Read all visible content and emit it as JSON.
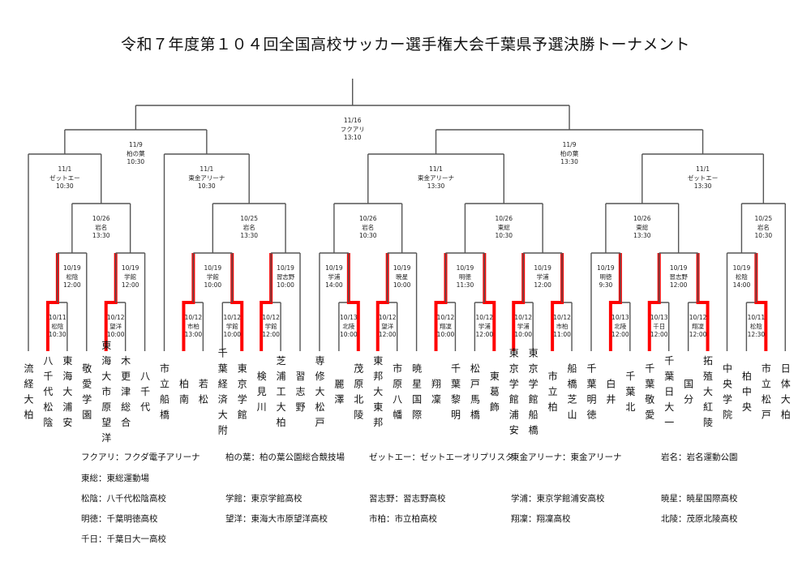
{
  "title": "令和７年度第１０４回全国高校サッカー選手権大会千葉県予選決勝トーナメント",
  "colors": {
    "line": "#555555",
    "winner": "#ff0000"
  },
  "teams": [
    "流経大柏",
    "八千代松陰",
    "東海大浦安",
    "敬愛学園",
    "東海大市原望洋",
    "木更津総合",
    "八千代",
    "市立船橋",
    "柏南",
    "若松",
    "千葉経済大附",
    "東京学館",
    "検見川",
    "芝浦工大柏",
    "習志野",
    "専修大松戸",
    "麗澤",
    "茂原北陵",
    "東邦大東邦",
    "市原八幡",
    "暁星国際",
    "翔凜",
    "千葉黎明",
    "松戸馬橋",
    "東葛飾",
    "東京学館浦安",
    "東京学館船橋",
    "市立柏",
    "船橋芝山",
    "千葉明徳",
    "白井",
    "千葉北",
    "千葉敬愛",
    "千葉日大一",
    "国分",
    "拓殖大紅陵",
    "中央学院",
    "柏中央",
    "市立松戸",
    "日体大柏"
  ],
  "bracket": {
    "round": "final",
    "date": "11/16",
    "venue": "フクアリ",
    "time": "13:10",
    "children": [
      {
        "round": "sf",
        "date": "11/9",
        "venue": "柏の葉",
        "time": "10:30",
        "children": [
          {
            "round": "qf",
            "date": "11/1",
            "venue": "ゼットエー",
            "time": "10:30",
            "children": [
              {
                "team": 0
              },
              {
                "round": "r16",
                "date": "10/26",
                "venue": "岩名",
                "time": "13:30",
                "children": [
                  {
                    "round": "r2",
                    "date": "10/19",
                    "venue": "松陰",
                    "time": "12:00",
                    "children": [
                      {
                        "round": "r1",
                        "date": "10/11",
                        "venue": "松陰",
                        "time": "10:30",
                        "winner": 0,
                        "children": [
                          {
                            "team": 1
                          },
                          {
                            "team": 2
                          }
                        ]
                      },
                      {
                        "team": 3
                      }
                    ]
                  },
                  {
                    "round": "r2",
                    "date": "10/19",
                    "venue": "学館",
                    "time": "12:00",
                    "children": [
                      {
                        "round": "r1",
                        "date": "10/12",
                        "venue": "望洋",
                        "time": "10:00",
                        "winner": 0,
                        "children": [
                          {
                            "team": 4
                          },
                          {
                            "team": 5
                          }
                        ]
                      },
                      {
                        "team": 6
                      }
                    ]
                  }
                ]
              }
            ]
          },
          {
            "round": "qf",
            "date": "11/1",
            "venue": "東金アリーナ",
            "time": "10:30",
            "children": [
              {
                "team": 7
              },
              {
                "round": "r16",
                "date": "10/25",
                "venue": "岩名",
                "time": "13:30",
                "children": [
                  {
                    "round": "r2",
                    "date": "10/19",
                    "venue": "学館",
                    "time": "10:00",
                    "children": [
                      {
                        "round": "r1",
                        "date": "10/12",
                        "venue": "市柏",
                        "time": "13:00",
                        "winner": 0,
                        "children": [
                          {
                            "team": 8
                          },
                          {
                            "team": 9
                          }
                        ]
                      },
                      {
                        "round": "r1",
                        "date": "10/12",
                        "venue": "学館",
                        "time": "10:00",
                        "winner": 1,
                        "children": [
                          {
                            "team": 10
                          },
                          {
                            "team": 11
                          }
                        ]
                      }
                    ]
                  },
                  {
                    "round": "r2",
                    "date": "10/19",
                    "venue": "習志野",
                    "time": "10:00",
                    "children": [
                      {
                        "round": "r1",
                        "date": "10/12",
                        "venue": "学館",
                        "time": "12:00",
                        "winner": 0,
                        "children": [
                          {
                            "team": 12
                          },
                          {
                            "team": 13
                          }
                        ]
                      },
                      {
                        "team": 14
                      }
                    ]
                  }
                ]
              }
            ]
          }
        ]
      },
      {
        "round": "sf",
        "date": "11/9",
        "venue": "柏の葉",
        "time": "13:30",
        "children": [
          {
            "round": "qf",
            "date": "11/1",
            "venue": "東金アリーナ",
            "time": "13:30",
            "children": [
              {
                "round": "r16",
                "date": "10/26",
                "venue": "岩名",
                "time": "10:30",
                "children": [
                  {
                    "round": "r2",
                    "date": "10/19",
                    "venue": "学浦",
                    "time": "14:00",
                    "children": [
                      {
                        "team": 15
                      },
                      {
                        "round": "r1",
                        "date": "10/13",
                        "venue": "北陵",
                        "time": "10:00",
                        "winner": 1,
                        "children": [
                          {
                            "team": 16
                          },
                          {
                            "team": 17
                          }
                        ]
                      }
                    ]
                  },
                  {
                    "round": "r2",
                    "date": "10/19",
                    "venue": "暁星",
                    "time": "10:00",
                    "children": [
                      {
                        "round": "r1",
                        "date": "10/12",
                        "venue": "望洋",
                        "time": "12:00",
                        "winner": 0,
                        "children": [
                          {
                            "team": 18
                          },
                          {
                            "team": 19
                          }
                        ]
                      },
                      {
                        "team": 20
                      }
                    ]
                  }
                ]
              },
              {
                "round": "r16",
                "date": "10/26",
                "venue": "東総",
                "time": "10:30",
                "children": [
                  {
                    "round": "r2",
                    "date": "10/19",
                    "venue": "明徳",
                    "time": "11:30",
                    "children": [
                      {
                        "round": "r1",
                        "date": "10/12",
                        "venue": "翔凜",
                        "time": "10:00",
                        "winner": 0,
                        "children": [
                          {
                            "team": 21
                          },
                          {
                            "team": 22
                          }
                        ]
                      },
                      {
                        "round": "r1",
                        "date": "10/12",
                        "venue": "学浦",
                        "time": "12:00",
                        "winner": 1,
                        "children": [
                          {
                            "team": 23
                          },
                          {
                            "team": 24
                          }
                        ]
                      }
                    ]
                  },
                  {
                    "round": "r2",
                    "date": "10/19",
                    "venue": "学浦",
                    "time": "12:00",
                    "children": [
                      {
                        "round": "r1",
                        "date": "10/12",
                        "venue": "学浦",
                        "time": "10:00",
                        "winner": 0,
                        "children": [
                          {
                            "team": 25
                          },
                          {
                            "team": 26
                          }
                        ]
                      },
                      {
                        "round": "r1",
                        "date": "10/12",
                        "venue": "市柏",
                        "time": "11:00",
                        "winner": 0,
                        "children": [
                          {
                            "team": 27
                          },
                          {
                            "team": 28
                          }
                        ]
                      }
                    ]
                  }
                ]
              }
            ]
          },
          {
            "round": "qf",
            "date": "11/1",
            "venue": "ゼットエー",
            "time": "13:30",
            "children": [
              {
                "round": "r16",
                "date": "10/26",
                "venue": "東総",
                "time": "13:30",
                "children": [
                  {
                    "round": "r2",
                    "date": "10/19",
                    "venue": "明徳",
                    "time": "9:30",
                    "children": [
                      {
                        "team": 29
                      },
                      {
                        "round": "r1",
                        "date": "10/13",
                        "venue": "北陵",
                        "time": "12:00",
                        "winner": 0,
                        "children": [
                          {
                            "team": 30
                          },
                          {
                            "team": 31
                          }
                        ]
                      }
                    ]
                  },
                  {
                    "round": "r2",
                    "date": "10/19",
                    "venue": "習志野",
                    "time": "12:00",
                    "children": [
                      {
                        "round": "r1",
                        "date": "10/13",
                        "venue": "千日",
                        "time": "12:00",
                        "winner": 0,
                        "children": [
                          {
                            "team": 32
                          },
                          {
                            "team": 33
                          }
                        ]
                      },
                      {
                        "round": "r1",
                        "date": "10/12",
                        "venue": "翔凜",
                        "time": "12:00",
                        "winner": 1,
                        "children": [
                          {
                            "team": 34
                          },
                          {
                            "team": 35
                          }
                        ]
                      }
                    ]
                  }
                ]
              },
              {
                "round": "r16",
                "date": "10/25",
                "venue": "岩名",
                "time": "10:30",
                "children": [
                  {
                    "round": "r2",
                    "date": "10/19",
                    "venue": "松陰",
                    "time": "14:00",
                    "children": [
                      {
                        "team": 36
                      },
                      {
                        "round": "r1",
                        "date": "10/11",
                        "venue": "松陰",
                        "time": "12:30",
                        "winner": 1,
                        "children": [
                          {
                            "team": 37
                          },
                          {
                            "team": 38
                          }
                        ]
                      }
                    ]
                  },
                  {
                    "team": 39
                  }
                ]
              }
            ]
          }
        ]
      }
    ]
  },
  "legend": [
    [
      "フクアリ：フクダ電子アリーナ",
      "柏の葉：柏の葉公園総合競技場",
      "ゼットエー：ゼットエーオリプリスタ",
      "東金アリーナ：東金アリーナ",
      "岩名：岩名運動公園"
    ],
    [
      "東総：東総運動場"
    ],
    [
      "松陰：八千代松陰高校",
      "学館：東京学館高校",
      "習志野：習志野高校",
      "学浦：東京学館浦安高校",
      "暁星：暁星国際高校"
    ],
    [
      "明徳：千葉明徳高校",
      "望洋：東海大市原望洋高校",
      "市柏：市立柏高校",
      "翔凜：翔凜高校",
      "北陵：茂原北陵高校"
    ],
    [
      "千日：千葉日大一高校"
    ]
  ]
}
